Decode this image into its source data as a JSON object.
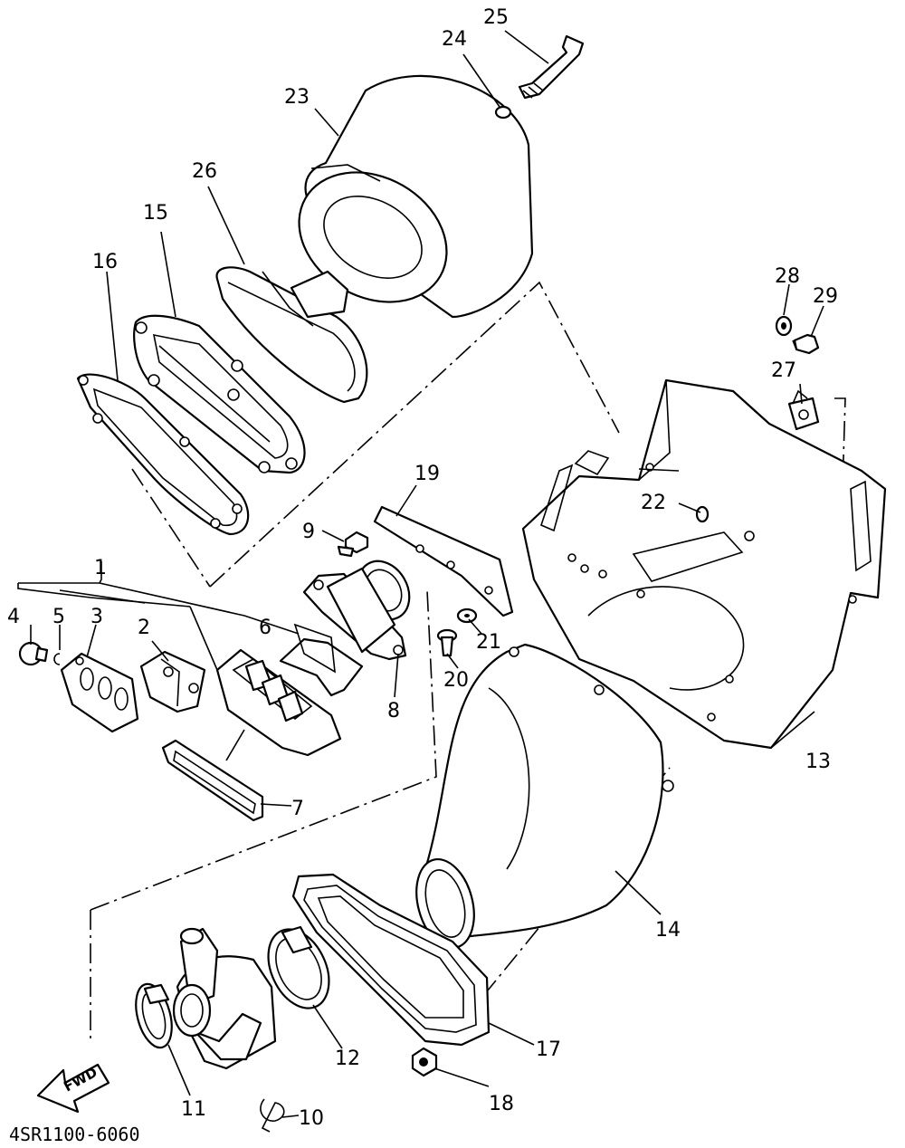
{
  "diagram": {
    "type": "exploded-parts-diagram",
    "callouts": [
      "1",
      "2",
      "3",
      "4",
      "5",
      "6",
      "7",
      "8",
      "9",
      "10",
      "11",
      "12",
      "13",
      "14",
      "15",
      "16",
      "17",
      "18",
      "19",
      "20",
      "21",
      "22",
      "23",
      "24",
      "25",
      "26",
      "27",
      "28",
      "29"
    ],
    "direction_label": "FWD",
    "figure_code": "4SR1100-6060"
  }
}
